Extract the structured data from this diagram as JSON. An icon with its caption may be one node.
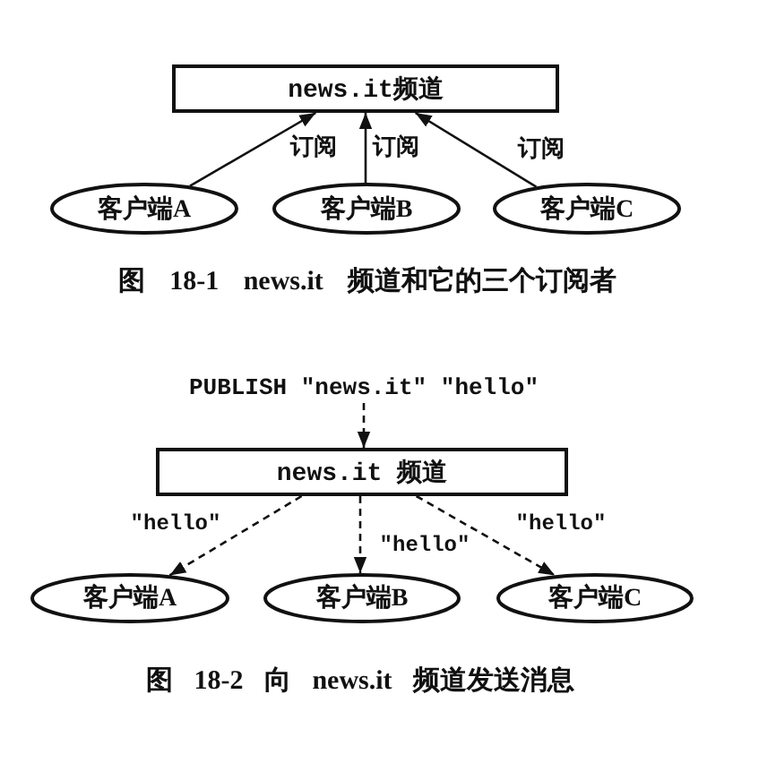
{
  "diagram": {
    "nodes": [
      {
        "text": [
          "news.it频道"
        ]
      },
      {
        "text": [
          "客户端A"
        ]
      },
      {
        "text": [
          "客户端B"
        ]
      },
      {
        "text": [
          "客户端C"
        ]
      },
      {
        "text": [
          "PUBLISH \"news.it\" \"hello\""
        ]
      },
      {
        "text": [
          "news.it 频道"
        ]
      },
      {
        "text": [
          "客户端A"
        ]
      },
      {
        "text": [
          "客户端B"
        ]
      },
      {
        "text": [
          "客户端C"
        ]
      }
    ],
    "edges": [
      {
        "from": 1,
        "to": 0,
        "arrow": "to",
        "label": "订阅"
      },
      {
        "from": 2,
        "to": 0,
        "arrow": "to",
        "label": "订阅"
      },
      {
        "from": 3,
        "to": 0,
        "arrow": "to",
        "label": "订阅"
      },
      {
        "from": 4,
        "to": 5,
        "arrow": "to",
        "style": "dashed"
      },
      {
        "from": 5,
        "to": 6,
        "arrow": "to",
        "style": "dashed",
        "label": "\"hello\""
      },
      {
        "from": 5,
        "to": 7,
        "arrow": "to",
        "style": "dashed",
        "label": "\"hello\""
      },
      {
        "from": 5,
        "to": 8,
        "arrow": "to",
        "style": "dashed",
        "label": "\"hello\""
      }
    ],
    "labels": [
      "图 18-1 news.it 频道和它的三个订阅者",
      "图 18-2 向 news.it 频道发送消息"
    ]
  }
}
